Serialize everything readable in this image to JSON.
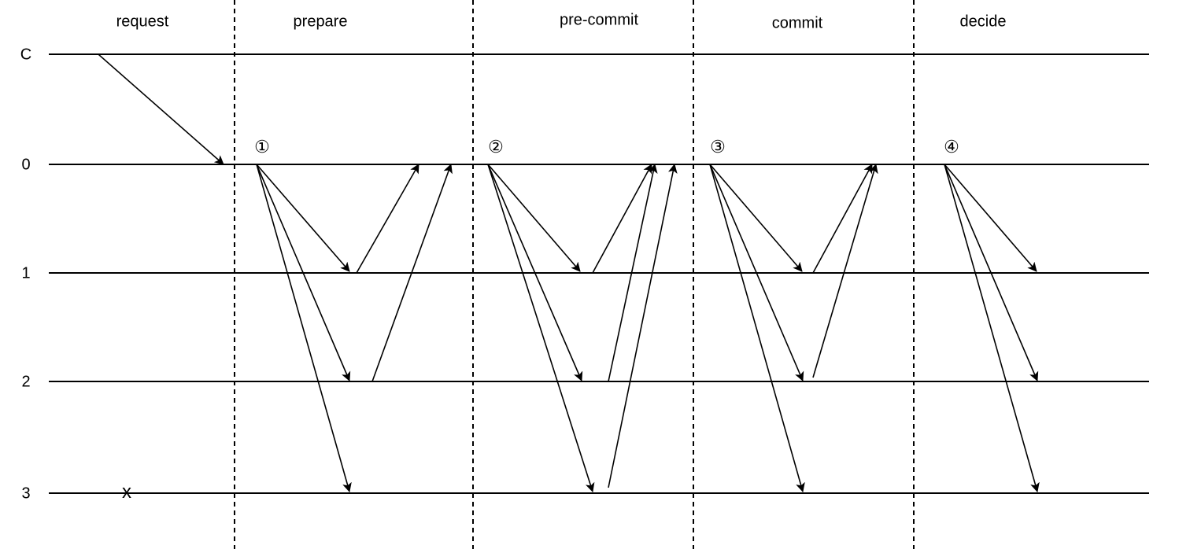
{
  "phases": [
    "request",
    "prepare",
    "pre-commit",
    "commit",
    "decide"
  ],
  "nodes": [
    "C",
    "0",
    "1",
    "2",
    "3"
  ],
  "step_markers": [
    "①",
    "②",
    "③",
    "④"
  ],
  "failed_marker": "x",
  "colors": {
    "line": "#000000",
    "background": "#ffffff"
  }
}
